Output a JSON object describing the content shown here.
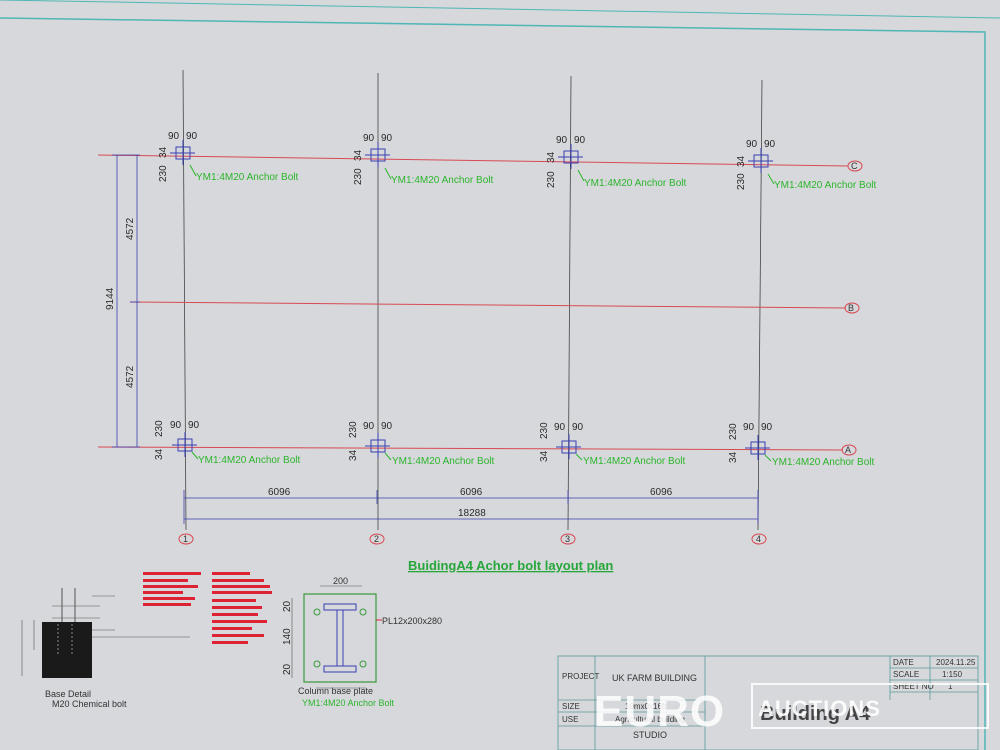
{
  "plan": {
    "title": "BuidingA4 Achor bolt layout plan",
    "grid_rows": [
      "C",
      "B",
      "A"
    ],
    "grid_cols": [
      "1",
      "2",
      "3",
      "4"
    ],
    "bolt_label": "YM1:4M20 Anchor Bolt",
    "bolt_dims": {
      "a": "90",
      "b": "90",
      "c": "34",
      "d": "230"
    },
    "spans": [
      "6096",
      "6096",
      "6096"
    ],
    "total_width": "18288",
    "vertical_total": "9144",
    "vertical_halves": [
      "4572",
      "4572"
    ]
  },
  "details": {
    "base_detail_title": "Base Detail",
    "base_detail_subtitle": "M20 Chemical bolt",
    "column_plate_title": "Column base plate",
    "column_plate_subtitle": "YM1:4M20 Anchor Bolt",
    "plate_label": "PL12x200x280",
    "plate_dims": [
      "20",
      "140",
      "20",
      "200"
    ]
  },
  "title_block": {
    "project_label": "PROJECT",
    "project_name": "UK FARM BUILDING",
    "size_label": "SIZE",
    "size_value": "10mx0x16ft",
    "use_label": "USE",
    "use_value": "Agricultural building",
    "company": "STUDIO",
    "drawing_name": "Building A4",
    "date_label": "DATE",
    "date_value": "2024.11.25",
    "scale_label": "SCALE",
    "scale_value": "1:150",
    "sheet_label": "SHEET NO",
    "sheet_value": "1"
  },
  "watermark": {
    "euro": "EURO",
    "auctions": "AUCTIONS"
  },
  "colors": {
    "grid_red": "#d84a52",
    "dim_blue": "#3b3fb0",
    "bolt_green": "#2cb52c",
    "frame_teal": "#4fb6b6",
    "paper": "#d9dbde"
  }
}
